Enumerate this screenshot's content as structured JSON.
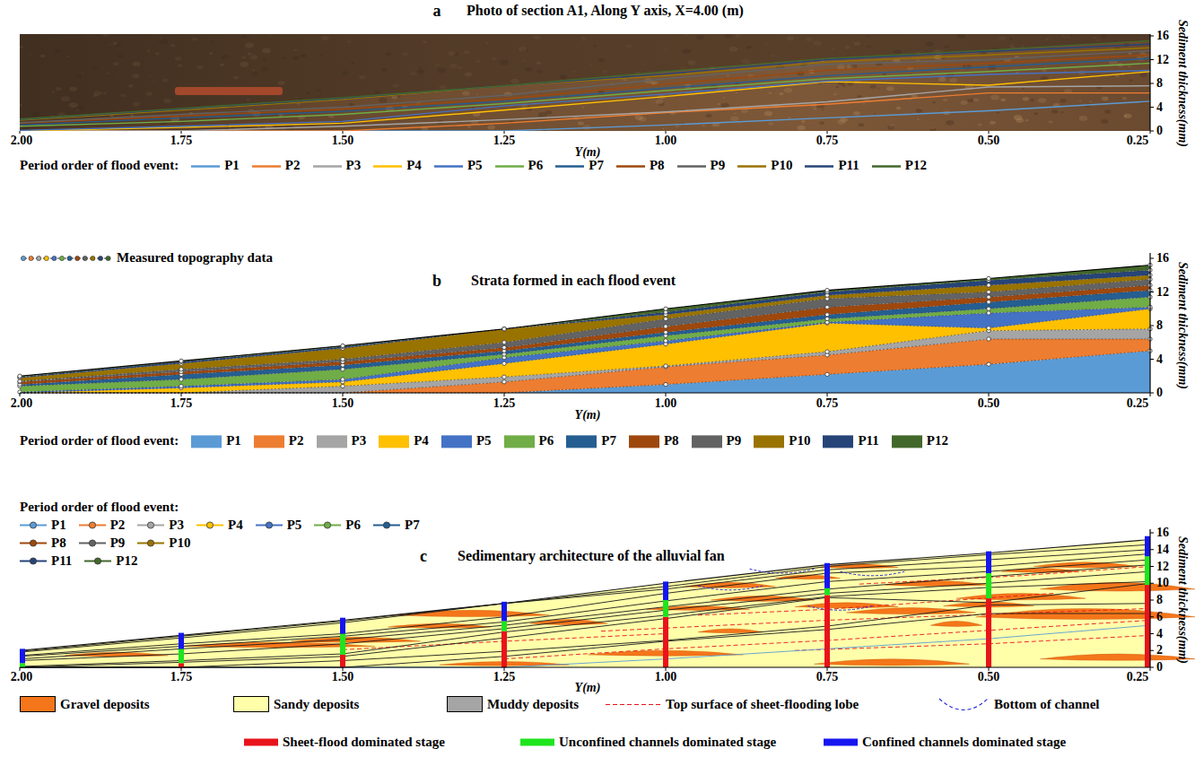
{
  "diagram": {
    "labels": [
      "a",
      "Photo of section A1, Along Y axis, X=4.00 (m)",
      "2.00",
      "1.75",
      "1.50",
      "1.25",
      "1.00",
      "0.75",
      "0.50",
      "0.25",
      "Y(m)",
      "16",
      "12",
      "8",
      "4",
      "0",
      "Sediment thickness(mm)",
      "Period order of flood event:",
      "b",
      "Strata formed in each flood event",
      "Measured topography data",
      "2.00",
      "1.75",
      "1.50",
      "1.25",
      "1.00",
      "0.75",
      "0.50",
      "0.25",
      "Y(m)",
      "16",
      "12",
      "8",
      "4",
      "0",
      "Sediment thickness(mm)",
      "Period order of flood event:",
      "c",
      "Sedimentary architecture of the alluvial fan",
      "Period order of flood event:",
      "2.00",
      "1.75",
      "1.50",
      "1.25",
      "1.00",
      "0.75",
      "0.50",
      "0.25",
      "Y(m)",
      "16",
      "14",
      "12",
      "10",
      "8",
      "6",
      "4",
      "2",
      "0",
      "Sediment thickness(mm)"
    ],
    "legend": [
      {
        "text": "P1"
      },
      {
        "text": "P2"
      },
      {
        "text": "P3"
      },
      {
        "text": "P4"
      },
      {
        "text": "P5"
      },
      {
        "text": "P6"
      },
      {
        "text": "P7"
      },
      {
        "text": "P8"
      },
      {
        "text": "P9"
      },
      {
        "text": "P10"
      },
      {
        "text": "P11"
      },
      {
        "text": "P12"
      },
      {
        "text": "P1",
        "color": "#5B9BD5"
      },
      {
        "text": "P2",
        "color": "#ED7D31"
      },
      {
        "text": "P3",
        "color": "#A5A5A5"
      },
      {
        "text": "P4",
        "color": "#FFC000"
      },
      {
        "text": "P5",
        "color": "#4472C4"
      },
      {
        "text": "P6",
        "color": "#70AD47"
      },
      {
        "text": "P7",
        "color": "#255E91"
      },
      {
        "text": "P8",
        "color": "#9E480E"
      },
      {
        "text": "P9",
        "color": "#636363"
      },
      {
        "text": "P10",
        "color": "#997300"
      },
      {
        "text": "P11",
        "color": "#264478"
      },
      {
        "text": "P12",
        "color": "#43682B"
      },
      {
        "text": "P1"
      },
      {
        "text": "P2"
      },
      {
        "text": "P3"
      },
      {
        "text": "P4"
      },
      {
        "text": "P5"
      },
      {
        "text": "P6"
      },
      {
        "text": "P7"
      },
      {
        "text": "P8"
      },
      {
        "text": "P9"
      },
      {
        "text": "P10"
      },
      {
        "text": "P11"
      },
      {
        "text": "P12"
      },
      {
        "text": "Gravel deposits",
        "color": "#F5761A"
      },
      {
        "text": "Sandy deposits",
        "color": "#FFFFAA"
      },
      {
        "text": "Muddy deposits",
        "color": "#A5A5A5"
      },
      {
        "text": "Top surface of sheet-flooding lobe"
      },
      {
        "text": "Bottom of channel"
      },
      {
        "text": "Sheet-flood dominated stage",
        "color": "#E8131B"
      },
      {
        "text": "Unconfined channels dominated stage",
        "color": "#1EE51E"
      },
      {
        "text": "Confined channels dominated stage",
        "color": "#1515F0"
      }
    ]
  }
}
